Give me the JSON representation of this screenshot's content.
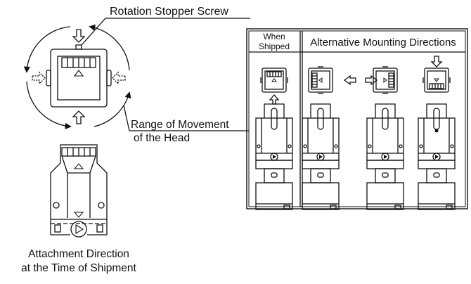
{
  "labels": {
    "rotation_stopper": "Rotation Stopper Screw",
    "range_line1": "Range of Movement",
    "range_line2": "of the Head",
    "attach_line1": "Attachment Direction",
    "attach_line2": "at the Time of Shipment"
  },
  "table": {
    "col1_line1": "When",
    "col1_line2": "Shipped",
    "col2": "Alternative Mounting Directions"
  },
  "icons": [
    "rotation-arrow-icon",
    "arrow-down-icon",
    "arrow-up-icon",
    "arrow-left-icon",
    "arrow-right-icon",
    "double-arrow-icon",
    "triangle-marker-icon",
    "bolt-symbol-icon",
    "screw-hole-icon"
  ],
  "colors": {
    "line": "#111111",
    "background": "#ffffff"
  }
}
